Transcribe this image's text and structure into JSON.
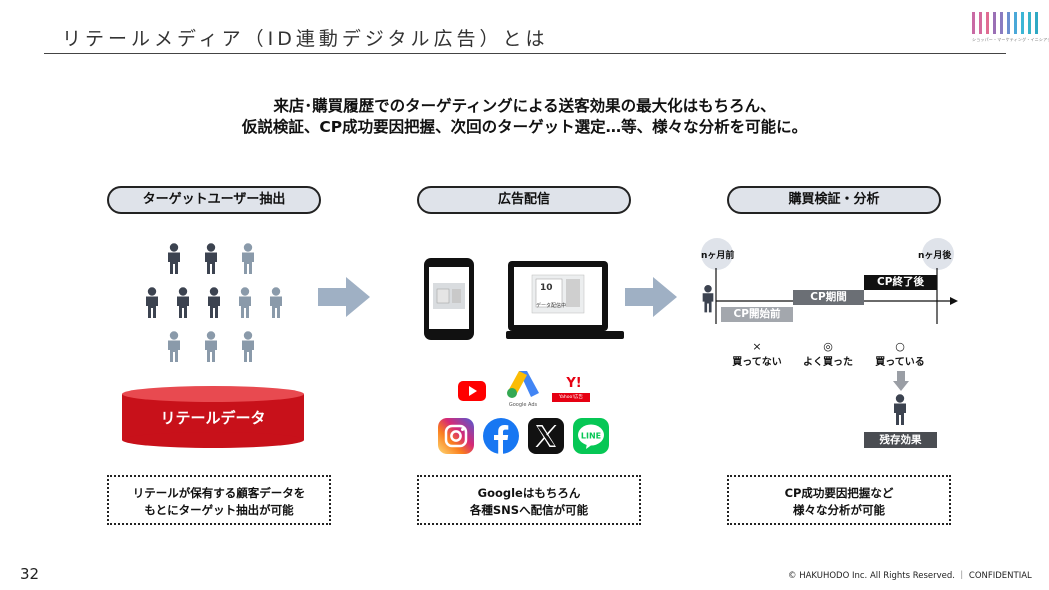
{
  "header": {
    "title": "リテールメディア（ID連動デジタル広告）とは",
    "logo_bar_colors": [
      "#c96aa4",
      "#d46a9c",
      "#e06c92",
      "#9a6fb5",
      "#8a7cc0",
      "#6b8fcf",
      "#4aa8d8",
      "#3cb6d6",
      "#38b3c9",
      "#2fa9c4"
    ],
    "logo_text": "ショッパー・マーケティング・イニシアティブ"
  },
  "headline": {
    "line1": "来店･購買履歴でのターゲティングによる送客効果の最大化はもちろん、",
    "line2": "仮説検証、CP成功要因把握、次回のターゲット選定…等、様々な分析を可能に。"
  },
  "columns": [
    {
      "title": "ターゲットユーザー抽出",
      "desc_line1": "リテールが保有する顧客データを",
      "desc_line2": "もとにターゲット抽出が可能"
    },
    {
      "title": "広告配信",
      "desc_line1": "Googleはもちろん",
      "desc_line2": "各種SNSへ配信が可能"
    },
    {
      "title": "購買検証・分析",
      "desc_line1": "CP成功要因把握など",
      "desc_line2": "様々な分析が可能"
    }
  ],
  "retail_data": {
    "label": "リテールデータ"
  },
  "ad_screen": {
    "big_text": "10",
    "small_text": "データ配信中"
  },
  "ad_labels": {
    "google_ads": "Google Ads",
    "yahoo": "Y!",
    "yahoo_sub": "Yahoo!広告"
  },
  "timeline": {
    "before": "nヶ月前",
    "after": "nヶ月後",
    "bar_pre": "CP開始前",
    "bar_during": "CP期間",
    "bar_end": "CP終了後",
    "marks": [
      {
        "symbol": "×",
        "label": "買ってない"
      },
      {
        "symbol": "◎",
        "label": "よく買った"
      },
      {
        "symbol": "○",
        "label": "買っている"
      }
    ],
    "residual": "残存効果"
  },
  "footer": {
    "page_number": "32",
    "copyright": "© HAKUHODO Inc. All Rights Reserved. ｜ CONFIDENTIAL"
  },
  "colors": {
    "pill_fill": "#dfe3ea",
    "person_dark": "#3c4350",
    "person_light": "#8a9aaa",
    "arrow": "#9fb0c4",
    "cylinder_red": "#c8111a",
    "bar_light": "#a3a7ad",
    "bar_mid": "#6b6f75",
    "bar_dark": "#111111"
  }
}
